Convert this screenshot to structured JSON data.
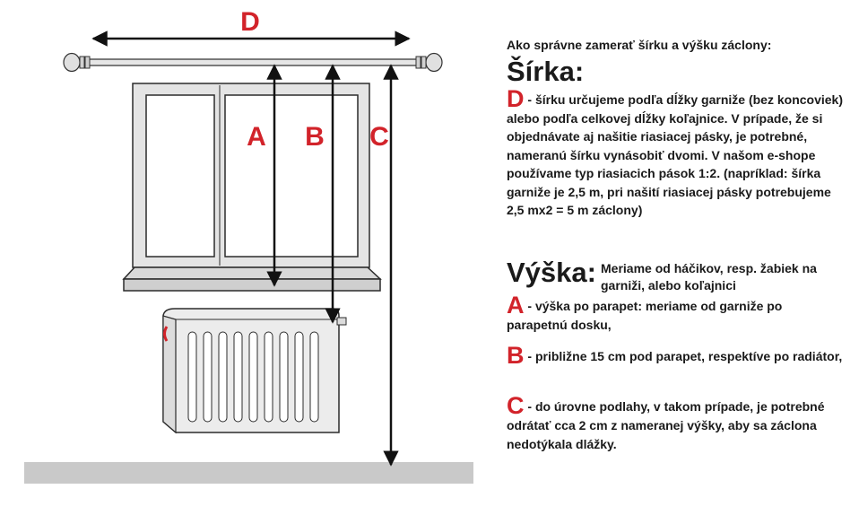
{
  "diagram": {
    "labels": {
      "d": "D",
      "a": "A",
      "b": "B",
      "c": "C"
    }
  },
  "text": {
    "intro": "Ako správne zamerať šírku a výšku záclony:",
    "width_heading": "Šírka:",
    "d_letter": "D",
    "d_text": " - šírku určujeme podľa dĺžky garniže (bez koncoviek) alebo podľa celkovej dĺžky koľajnice. V prípade, že si objednávate aj našitie riasiacej pásky, je potrebné, nameranú šírku vynásobiť dvomi. V našom e-shope používame typ riasiacich pások 1:2. (napríklad: šírka garniže je 2,5 m, pri našití riasiacej pásky potrebujeme 2,5 mx2 = 5 m záclony)",
    "height_heading": "Výška:",
    "height_desc": "Meriame od háčikov, resp. žabiek na garniži, alebo koľajnici",
    "a_letter": "A",
    "a_text": " - výška po parapet: meriame od garniže po parapetnú dosku,",
    "b_letter": "B",
    "b_text": " - približne 15 cm pod parapet, respektíve po radiátor,",
    "c_letter": "C",
    "c_text": " - do úrovne podlahy, v takom prípade, je potrebné odrátať cca 2 cm z nameranej výšky, aby sa záclona nedotýkala dlážky."
  },
  "colors": {
    "accent": "#d2232a",
    "outline": "#2b2b2b",
    "floor": "#c9c9c9",
    "frame": "#e4e4e4"
  }
}
